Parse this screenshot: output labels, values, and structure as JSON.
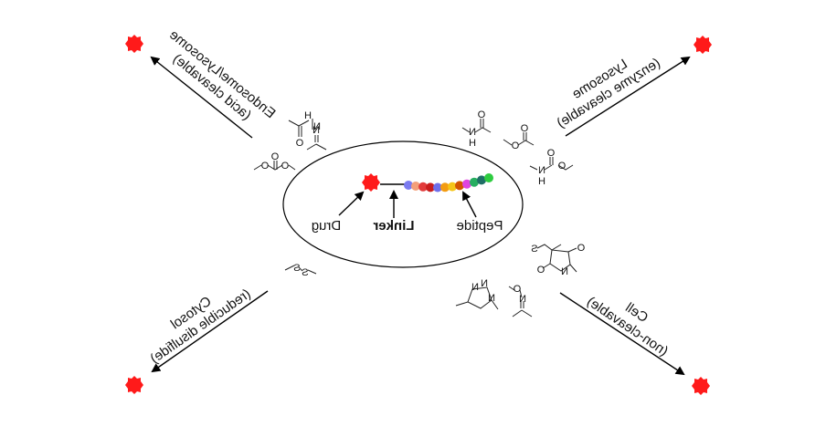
{
  "center": {
    "drug_label": "Drug",
    "linker_label": "Linker",
    "peptide_label": "Peptide",
    "bead_colors": [
      "#7b7bf0",
      "#f4a07a",
      "#e23b3b",
      "#c91d1d",
      "#6f6fea",
      "#f39c12",
      "#f5c518",
      "#d35400",
      "#e044e0",
      "#27ae60",
      "#1f6f66",
      "#2ecc40"
    ]
  },
  "pathways": {
    "top_left": {
      "line1": "Endosome/Lysosome",
      "line2": "(acid cleavable)"
    },
    "top_right": {
      "line1": "Lysosome",
      "line2": "(enzyme cleavable)"
    },
    "bottom_left": {
      "line1": "Cytosol",
      "line2": "(reducible disulfide)"
    },
    "bottom_right": {
      "line1": "Cell",
      "line2": "(non-cleavable)"
    }
  },
  "atoms": {
    "N": "N",
    "H": "H",
    "O": "O",
    "S": "S"
  },
  "colors": {
    "drug_red": "#ff1a1a",
    "arrow": "#000000"
  }
}
